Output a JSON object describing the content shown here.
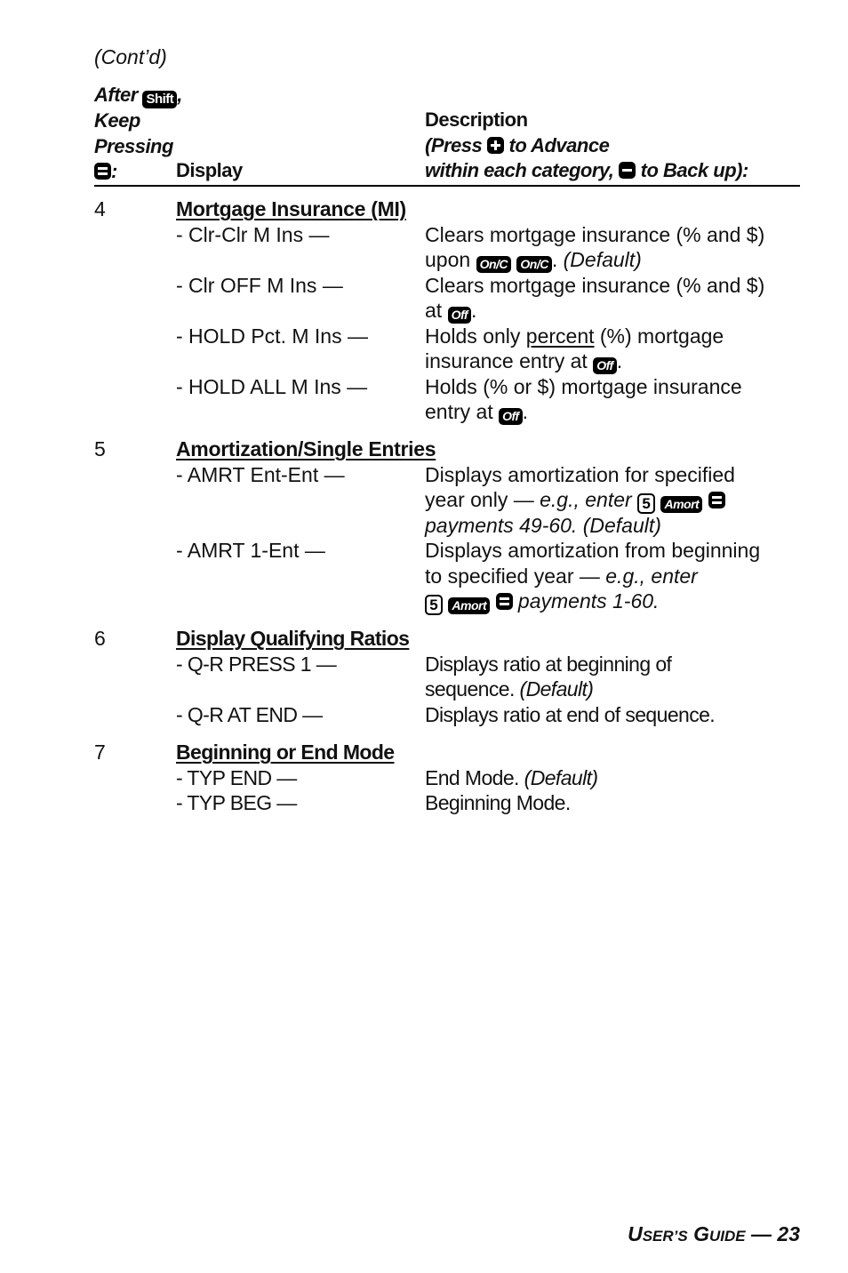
{
  "contd": "(Cont’d)",
  "header": {
    "col1_line1_pre": "After",
    "col1_line1_key": "Shift",
    "col1_line1_post": ",",
    "col1_line2": "Keep",
    "col1_line3": "Pressing",
    "col1_line4_key": "equals-key",
    "col1_line4_post": ":",
    "col2": "Display",
    "col3_line1": "Description",
    "col3_line2_pre": "(Press",
    "col3_line2_key": "plus-key",
    "col3_line2_post": "to Advance",
    "col3_line3_pre": "within each category,",
    "col3_line3_key": "minus-key",
    "col3_line3_post": "to Back up):"
  },
  "keys": {
    "shift": "Shift",
    "onc": "On/C",
    "off": "Off",
    "amort": "Amort",
    "five": "5"
  },
  "sections": [
    {
      "number": "4",
      "title": "Mortgage Insurance (MI)",
      "options": [
        {
          "label": "- Clr-Clr M Ins —",
          "desc_l1": "Clears mortgage insurance (% and $)",
          "desc_l2_pre": "upon",
          "desc_l2_post": ".",
          "desc_l2_italic": "(Default)"
        },
        {
          "label": "- Clr OFF M Ins —",
          "desc_l1": "Clears mortgage insurance (% and $)",
          "desc_l2_pre": "at",
          "desc_l2_post": "."
        },
        {
          "label": "- HOLD Pct. M Ins —",
          "desc_l1_pre": "Holds only",
          "desc_l1_ul": "percent",
          "desc_l1_post": "(%) mortgage",
          "desc_l2_pre": "insurance entry at",
          "desc_l2_post": "."
        },
        {
          "label": "- HOLD ALL M Ins —",
          "desc_l1": "Holds (% or $) mortgage insurance",
          "desc_l2_pre": "entry at",
          "desc_l2_post": "."
        }
      ]
    },
    {
      "number": "5",
      "title": "Amortization/Single Entries",
      "options": [
        {
          "label": "- AMRT Ent-Ent —",
          "desc_l1": "Displays amortization for specified",
          "desc_l2_pre": "year only —",
          "desc_l2_italic": "e.g., enter",
          "desc_l3_italic": "payments 49-60. (Default)"
        },
        {
          "label": "- AMRT 1-Ent —",
          "desc_l1": "Displays amortization from beginning",
          "desc_l2_pre": "to specified year —",
          "desc_l2_italic": "e.g., enter",
          "desc_l3_italic": "payments 1-60."
        }
      ]
    },
    {
      "number": "6",
      "title": "Display Qualifying Ratios",
      "options": [
        {
          "label": "- Q-R PRESS 1 —",
          "desc_l1": "Displays ratio at beginning of",
          "desc_l2_pre": "sequence.",
          "desc_l2_italic": "(Default)"
        },
        {
          "label": "- Q-R AT END —",
          "desc_l1": "Displays ratio at end of sequence."
        }
      ]
    },
    {
      "number": "7",
      "title": "Beginning or End Mode",
      "options": [
        {
          "label": "- TYP END —",
          "desc_l1_pre": "End Mode.",
          "desc_l1_italic": "(Default)"
        },
        {
          "label": "- TYP BEG —",
          "desc_l1": "Beginning Mode."
        }
      ]
    }
  ],
  "footer": {
    "u": "U",
    "ser": "SER",
    "apos_s": "’S",
    "g": "G",
    "uide": "UIDE",
    "page": "— 23"
  }
}
